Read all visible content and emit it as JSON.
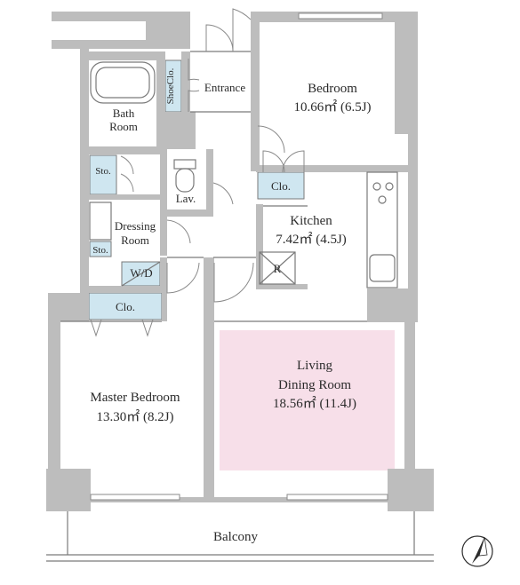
{
  "rooms": {
    "entrance": {
      "name": "Entrance"
    },
    "shoe_closet": {
      "name": "ShoeClo."
    },
    "bath": {
      "name_1": "Bath",
      "name_2": "Room"
    },
    "bedroom": {
      "name": "Bedroom",
      "area": "10.66㎡ (6.5J)"
    },
    "closet_bedroom": {
      "name": "Clo."
    },
    "storage_upper": {
      "name": "Sto."
    },
    "storage_lower": {
      "name": "Sto."
    },
    "lavatory": {
      "name": "Lav."
    },
    "dressing": {
      "name_1": "Dressing",
      "name_2": "Room"
    },
    "walk_in": {
      "name": "W/D"
    },
    "kitchen": {
      "name": "Kitchen",
      "area": "7.42㎡ (4.5J)"
    },
    "refrigerator": {
      "name": "R"
    },
    "closet_master": {
      "name": "Clo."
    },
    "master_bedroom": {
      "name": "Master Bedroom",
      "area": "13.30㎡ (8.2J)"
    },
    "living": {
      "name_1": "Living",
      "name_2": "Dining Room",
      "area": "18.56㎡ (11.4J)"
    },
    "balcony": {
      "name": "Balcony"
    }
  },
  "colors": {
    "wall": "#bdbdbd",
    "closet": "#cfe6f0",
    "living_highlight": "#f7dfe9",
    "line": "#7a7a7a"
  },
  "icons": [
    "north-arrow-icon",
    "stove-icon",
    "sink-icon",
    "toilet-icon",
    "bathtub-icon"
  ]
}
